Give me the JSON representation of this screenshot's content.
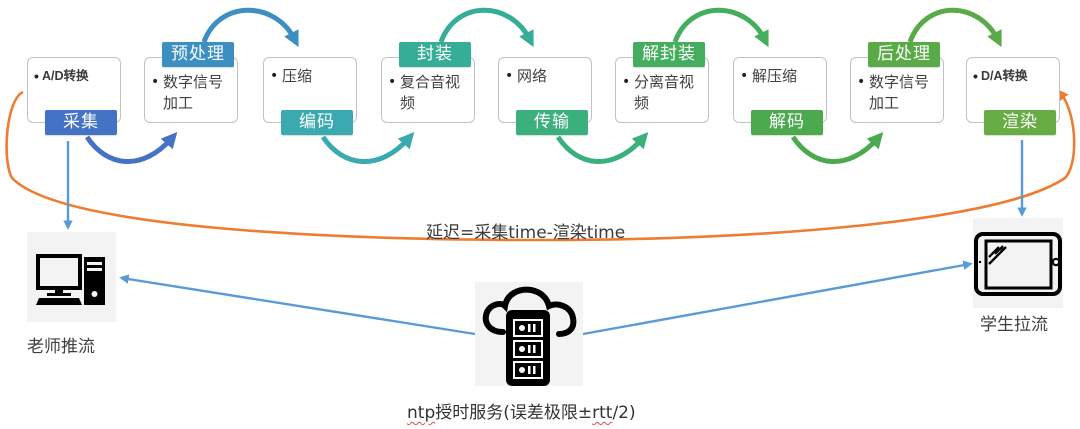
{
  "colors": {
    "stage_1": "#4472c4",
    "stage_2": "#3d8fc2",
    "stage_3": "#3aaab0",
    "stage_4": "#36ad96",
    "stage_5": "#3cb07c",
    "stage_6": "#45ad5e",
    "stage_7": "#4ca94e",
    "stage_8": "#5aab48",
    "stage_9": "#68ac45",
    "latency_line": "#ed7d31",
    "sync_line": "#5b9bd5"
  },
  "pipeline": {
    "stages": [
      {
        "tag": "采集",
        "bullet": "•",
        "text": "A/D转换",
        "tag_position": "bottom"
      },
      {
        "tag": "预处理",
        "bullet": "•",
        "text": "数字信号加工",
        "tag_position": "top"
      },
      {
        "tag": "编码",
        "bullet": "•",
        "text": "压缩",
        "tag_position": "bottom"
      },
      {
        "tag": "封装",
        "bullet": "•",
        "text": "复合音视频",
        "tag_position": "top"
      },
      {
        "tag": "传输",
        "bullet": "•",
        "text": "网络",
        "tag_position": "bottom"
      },
      {
        "tag": "解封装",
        "bullet": "•",
        "text": "分离音视频",
        "tag_position": "top"
      },
      {
        "tag": "解码",
        "bullet": "•",
        "text": "解压缩",
        "tag_position": "bottom"
      },
      {
        "tag": "后处理",
        "bullet": "•",
        "text": "数字信号加工",
        "tag_position": "top"
      },
      {
        "tag": "渲染",
        "bullet": "•",
        "text": "D/A转换",
        "tag_position": "bottom"
      }
    ]
  },
  "latency": {
    "formula": "延迟=采集time-渲染time"
  },
  "devices": {
    "teacher": {
      "icon": "desktop-computer-icon",
      "label": "老师推流"
    },
    "student": {
      "icon": "tablet-icon",
      "label": "学生拉流"
    },
    "ntp": {
      "icon": "cloud-server-icon",
      "label_prefix": "ntp",
      "label_mid": "授时服务(误差极限±",
      "label_rtt": "rtt",
      "label_suffix": "/2)"
    }
  }
}
